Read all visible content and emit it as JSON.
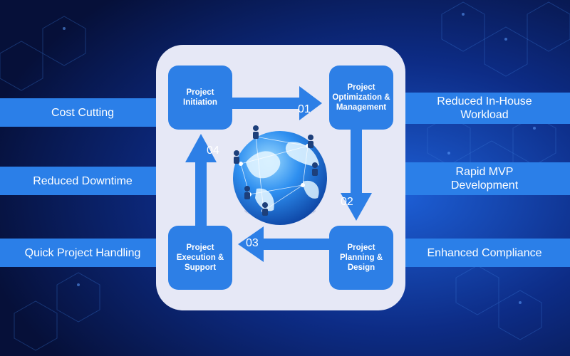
{
  "colors": {
    "background": "#07143f",
    "accent_blue": "#2b7fe8",
    "panel": "#e6e8f6"
  },
  "benefits_left": [
    "Cost Cutting",
    "Reduced Downtime",
    "Quick Project Handling"
  ],
  "benefits_right": [
    "Reduced In-House Workload",
    "Rapid MVP Development",
    "Enhanced Compliance"
  ],
  "steps": {
    "initiation": "Project Initiation",
    "optimization": "Project Optimization & Management",
    "planning": "Project Planning & Design",
    "execution": "Project Execution & Support"
  },
  "arrow_numbers": {
    "a": "01",
    "b": "02",
    "c": "03",
    "d": "04"
  },
  "icons": {
    "center": "globe-icon",
    "people": "person-icon"
  }
}
